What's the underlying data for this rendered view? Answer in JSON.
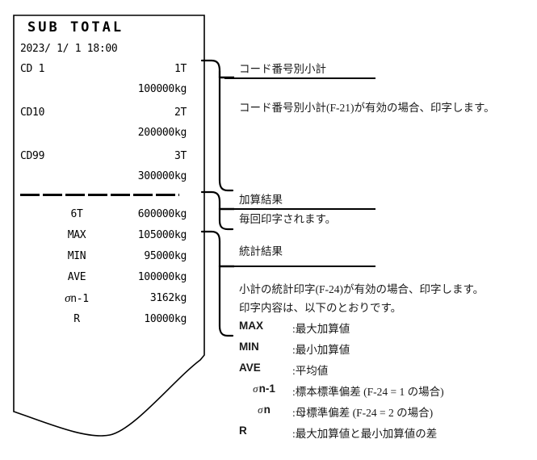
{
  "receipt": {
    "title": "SUB TOTAL",
    "datetime": "2023/ 1/ 1 18:00",
    "code_rows": [
      {
        "label": "CD 1",
        "count": "1T",
        "weight": "100000kg"
      },
      {
        "label": "CD10",
        "count": "2T",
        "weight": "200000kg"
      },
      {
        "label": "CD99",
        "count": "3T",
        "weight": "300000kg"
      }
    ],
    "total_row": {
      "label": "6T",
      "value": "600000kg"
    },
    "stat_rows": [
      {
        "label": "MAX",
        "value": "105000kg"
      },
      {
        "label": "MIN",
        "value": "95000kg"
      },
      {
        "label": "AVE",
        "value": "100000kg"
      },
      {
        "label": "n-1",
        "sigma": true,
        "value": "3162kg"
      },
      {
        "label": "R",
        "value": "10000kg"
      }
    ]
  },
  "annotations": {
    "section1": {
      "heading": "コード番号別小計",
      "body": "コード番号別小計(F-21)が有効の場合、印字します。"
    },
    "section2": {
      "heading": "加算結果",
      "body": "毎回印字されます。"
    },
    "section3": {
      "heading": "統計結果",
      "body_line1": "小計の統計印字(F-24)が有効の場合、印字します。",
      "body_line2": "印字内容は、以下のとおりです。"
    }
  },
  "definitions": [
    {
      "term": "MAX",
      "desc": ":最大加算値"
    },
    {
      "term": "MIN",
      "desc": ":最小加算値"
    },
    {
      "term": "AVE",
      "desc": ":平均値"
    },
    {
      "term": "n-1",
      "sigma": true,
      "desc": ":標本標準偏差 (F-24 = 1 の場合)"
    },
    {
      "term": "n",
      "sigma": true,
      "desc": ":母標準偏差 (F-24 = 2 の場合)"
    },
    {
      "term": "R",
      "desc": ":最大加算値と最小加算値の差"
    }
  ],
  "colors": {
    "ink": "#000000",
    "paper": "#ffffff",
    "rule": "#000000"
  }
}
